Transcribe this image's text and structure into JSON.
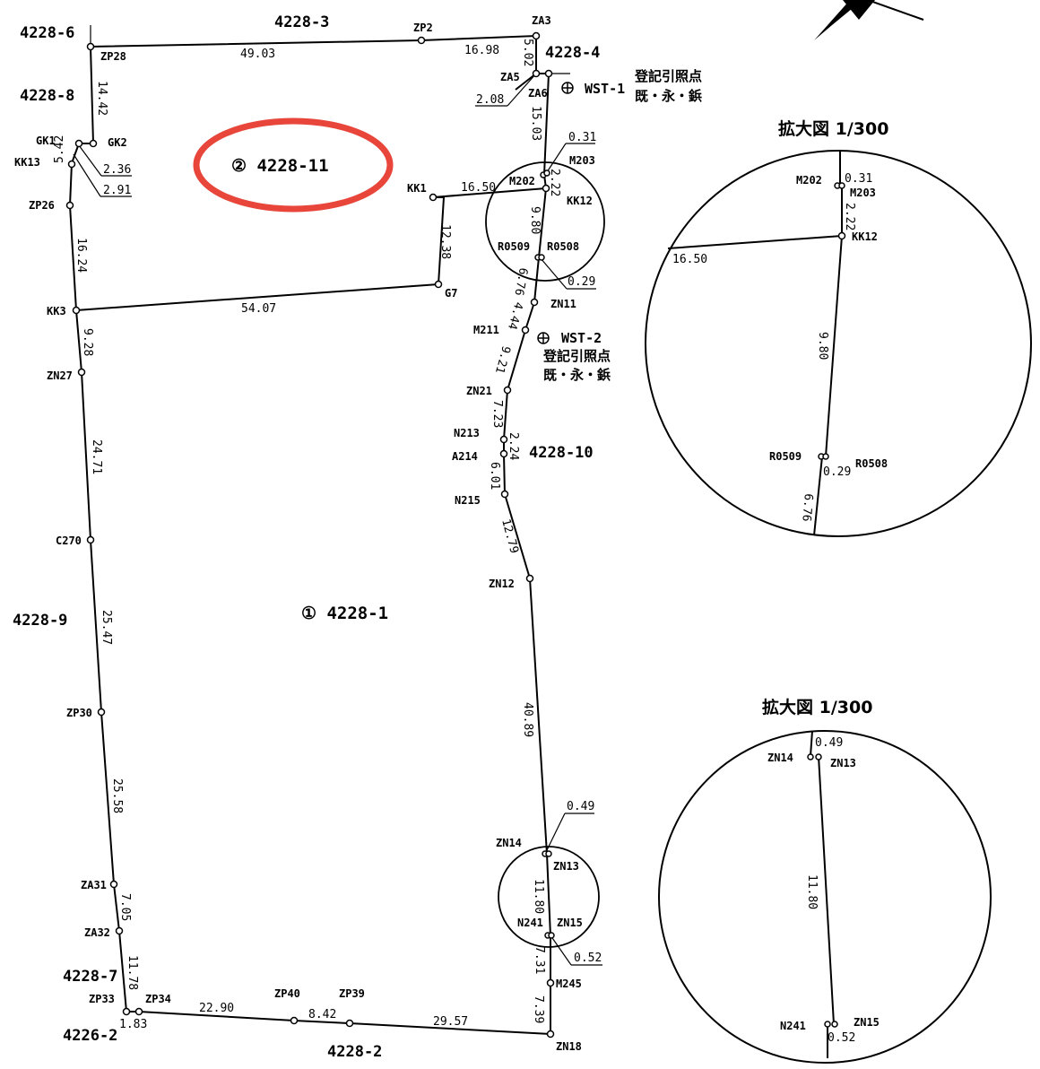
{
  "title": "",
  "lots": {
    "lot1": "① 4228-1",
    "lot2": "② 4228-11"
  },
  "neighbors": {
    "n4228_6": "4228-6",
    "n4228_3": "4228-3",
    "n4228_4": "4228-4",
    "n4228_8": "4228-8",
    "n4228_9": "4228-9",
    "n4228_10": "4228-10",
    "n4228_7": "4228-7",
    "n4226_2": "4226-2",
    "n4228_2": "4228-2"
  },
  "reference_points": [
    {
      "id": "wst1",
      "mark": "⊕",
      "name": "WST-1",
      "line1": "登記引照点",
      "line2": "既・永・鋲"
    },
    {
      "id": "wst2",
      "mark": "⊕",
      "name": "WST-2",
      "line1": "登記引照点",
      "line2": "既・永・鋲"
    }
  ],
  "insets": [
    {
      "id": "inset1",
      "title": "拡大図 1/300"
    },
    {
      "id": "inset2",
      "title": "拡大図 1/300"
    }
  ],
  "points": {
    "ZP28": "ZP28",
    "ZP2": "ZP2",
    "ZA3": "ZA3",
    "ZA5": "ZA5",
    "ZA6": "ZA6",
    "GK1": "GK1",
    "GK2": "GK2",
    "KK13": "KK13",
    "ZP26": "ZP26",
    "KK3": "KK3",
    "ZN27": "ZN27",
    "C270": "C270",
    "ZP30": "ZP30",
    "ZA31": "ZA31",
    "ZA32": "ZA32",
    "ZP33": "ZP33",
    "ZP34": "ZP34",
    "ZP40": "ZP40",
    "ZP39": "ZP39",
    "ZN18": "ZN18",
    "M245": "M245",
    "N241": "N241",
    "ZN15": "ZN15",
    "ZN14": "ZN14",
    "ZN13": "ZN13",
    "ZN12": "ZN12",
    "N215": "N215",
    "A214": "A214",
    "N213": "N213",
    "ZN21": "ZN21",
    "M211": "M211",
    "ZN11": "ZN11",
    "R0509": "R0509",
    "R0508": "R0508",
    "KK12": "KK12",
    "M202": "M202",
    "M203": "M203",
    "KK1": "KK1",
    "G7": "G7"
  },
  "distances": {
    "d49_03": "49.03",
    "d16_98": "16.98",
    "d5_02": "5.02",
    "d2_08": "2.08",
    "d15_03": "15.03",
    "d0_31": "0.31",
    "d2_22": "2.22",
    "d16_50": "16.50",
    "d9_80": "9.80",
    "d12_38": "12.38",
    "d0_29": "0.29",
    "d6_76": "6.76",
    "d54_07": "54.07",
    "d14_42": "14.42",
    "d2_36": "2.36",
    "d2_91": "2.91",
    "d5_42": "5.42",
    "d16_24": "16.24",
    "d9_28": "9.28",
    "d24_71": "24.71",
    "d25_47": "25.47",
    "d25_58": "25.58",
    "d7_05": "7.05",
    "d11_78": "11.78",
    "d1_83": "1.83",
    "d22_90": "22.90",
    "d8_42": "8.42",
    "d29_57": "29.57",
    "d7_39": "7.39",
    "d7_31": "7.31",
    "d0_52": "0.52",
    "d11_80": "11.80",
    "d0_49": "0.49",
    "d40_89": "40.89",
    "d12_79": "12.79",
    "d6_01": "6.01",
    "d2_24": "2.24",
    "d7_23": "7.23",
    "d9_21": "9.21",
    "d4_44": "4.44"
  },
  "colors": {
    "line": "#000000",
    "highlight": "#e8463a"
  }
}
